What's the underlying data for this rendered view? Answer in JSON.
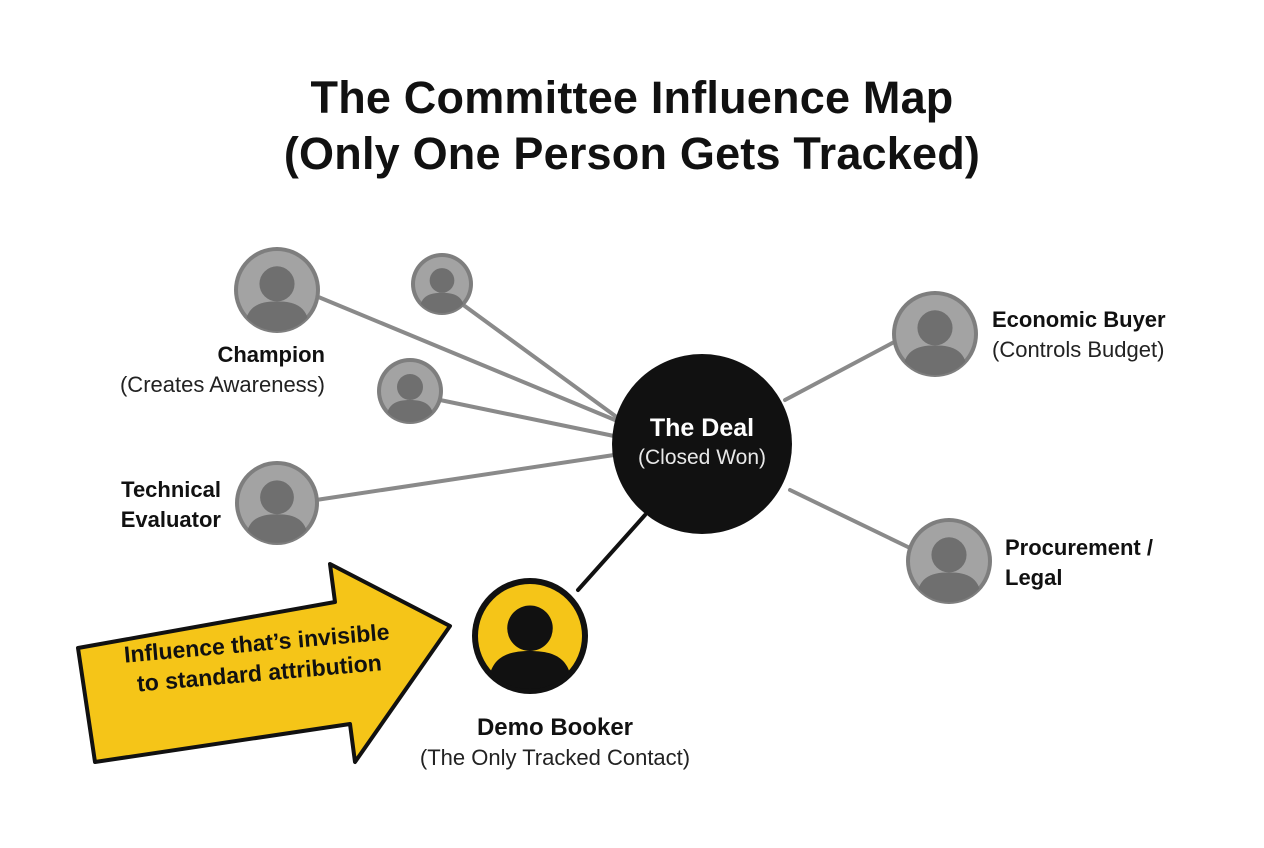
{
  "title": {
    "line1": "The Committee Influence Map",
    "line2": "(Only One Person Gets Tracked)"
  },
  "deal": {
    "name": "The Deal",
    "status": "(Closed Won)"
  },
  "contacts": {
    "champion": {
      "name": "Champion",
      "role": "(Creates Awareness)",
      "icon": "person-icon"
    },
    "technical": {
      "name_line1": "Technical",
      "name_line2": "Evaluator",
      "icon": "person-icon"
    },
    "economic": {
      "name": "Economic Buyer",
      "role": "(Controls Budget)",
      "icon": "person-icon"
    },
    "procurement": {
      "name_line1": "Procurement /",
      "name_line2": "Legal",
      "icon": "person-icon"
    },
    "demo_booker": {
      "name": "Demo Booker",
      "role": "(The Only Tracked Contact)",
      "icon": "person-icon"
    },
    "unlabeled": [
      {
        "icon": "person-icon"
      },
      {
        "icon": "person-icon"
      }
    ]
  },
  "callout": {
    "line1": "Influence that’s invisible",
    "line2": "to standard attribution"
  },
  "colors": {
    "deal": "#111111",
    "tracked": "#f5c518",
    "untracked_fill": "#9a9a9a",
    "untracked_ring": "#7e7e7e",
    "connector": "#8a8a8a",
    "arrow": "#f5c518"
  }
}
